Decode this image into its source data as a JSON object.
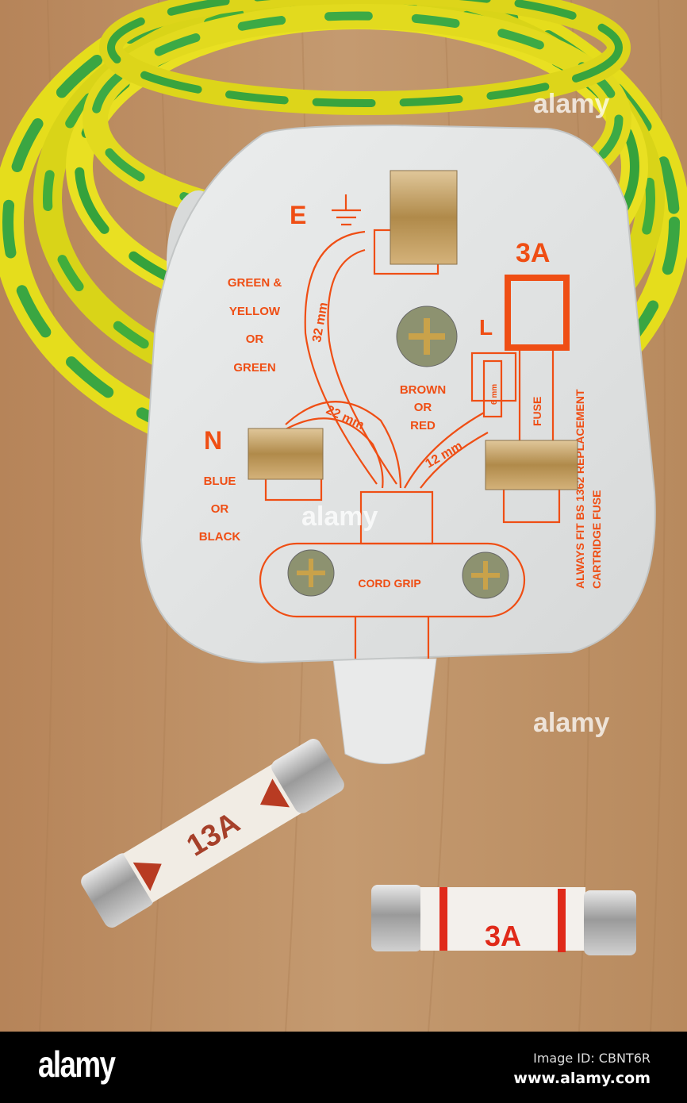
{
  "plug": {
    "earth": "E",
    "neutral": "N",
    "live": "L",
    "rating": "3A",
    "earth_wire": [
      "GREEN &",
      "YELLOW",
      "OR",
      "GREEN"
    ],
    "neutral_wire": [
      "BLUE",
      "OR",
      "BLACK"
    ],
    "live_wire": [
      "BROWN",
      "OR",
      "RED"
    ],
    "len_32": "32 mm",
    "len_22": "22 mm",
    "len_12": "12 mm",
    "len_6": "6 mm",
    "fuse": "FUSE",
    "cord_grip": "CORD GRIP",
    "fuse_note_1": "ALWAYS FIT BS 1362 REPLACEMENT",
    "fuse_note_2": "CARTRIDGE FUSE"
  },
  "fuses": {
    "large": "13A",
    "small": "3A"
  },
  "watermark": "alamy",
  "footer": {
    "logo": "alamy",
    "image_id": "Image ID: CBNT6R",
    "site": "www.alamy.com"
  },
  "colors": {
    "print": "#ef4e14",
    "wood": "#bf9066",
    "plug": "#e4e6e6"
  }
}
